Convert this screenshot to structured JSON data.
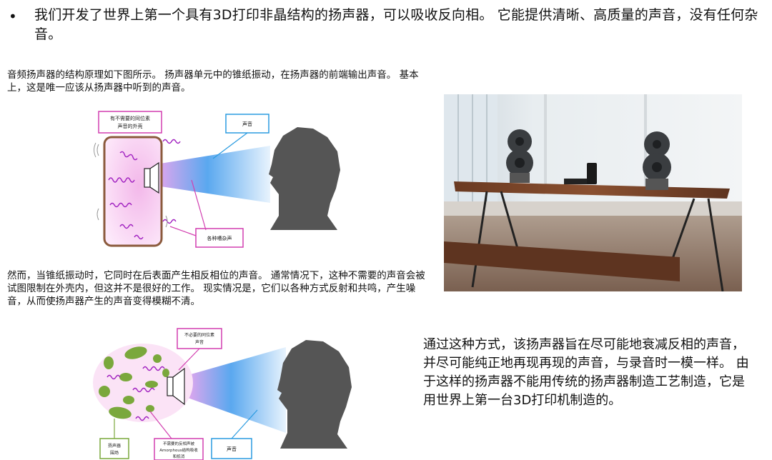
{
  "headline": {
    "bullet": "•",
    "text": "我们开发了世界上第一个具有3D打印非晶结构的扬声器，可以吸收反向相。 它能提供清晰、高质量的声音，没有任何杂音。"
  },
  "paragraph1": "音频扬声器的结构原理如下图所示。 扬声器单元中的锥纸振动，在扬声器的前端输出声音。 基本上，这是唯一应该从扬声器中听到的声音。",
  "paragraph2": "然而，当锥纸振动时，它同时在后表面产生相反相位的声音。 通常情况下，这种不需要的声音会被试图限制在外壳内，但这并不是很好的工作。 现实情况是，它们以各种方式反射和共鸣，产生噪音，从而使扬声器产生的声音变得模糊不清。",
  "paragraph3": "通过这种方式，该扬声器旨在尽可能地衰减反相的声音，并尽可能纯正地再现再现的声音，与录音时一模一样。 由于这样的扬声器不能用传统的扬声器制造工艺制造，它是用世界上第一台3D打印机制造的。",
  "diagram1": {
    "label_unwanted_line1": "有不需要的同位素",
    "label_unwanted_line2": "声音的外壳",
    "label_sound": "声音",
    "label_noise": "各种嘈杂声"
  },
  "diagram2": {
    "label_unwanted_line1": "不必要的同位素",
    "label_unwanted_line2": "声音",
    "label_enclosure_line1": "扬声器",
    "label_enclosure_line2": "围场",
    "label_absorbed_line1": "不需要的反相声被",
    "label_absorbed_line2": "Amorphous结构吸收",
    "label_absorbed_line3": "和抵消",
    "label_sound": "声音"
  },
  "colors": {
    "enclosure_brown": "#8b5a3c",
    "wave_purple": "#a020c0",
    "pink_label": "#d23fb0",
    "blue_beam": "#2a9be0",
    "green_label": "#7aa83c",
    "silhouette": "#555555"
  }
}
